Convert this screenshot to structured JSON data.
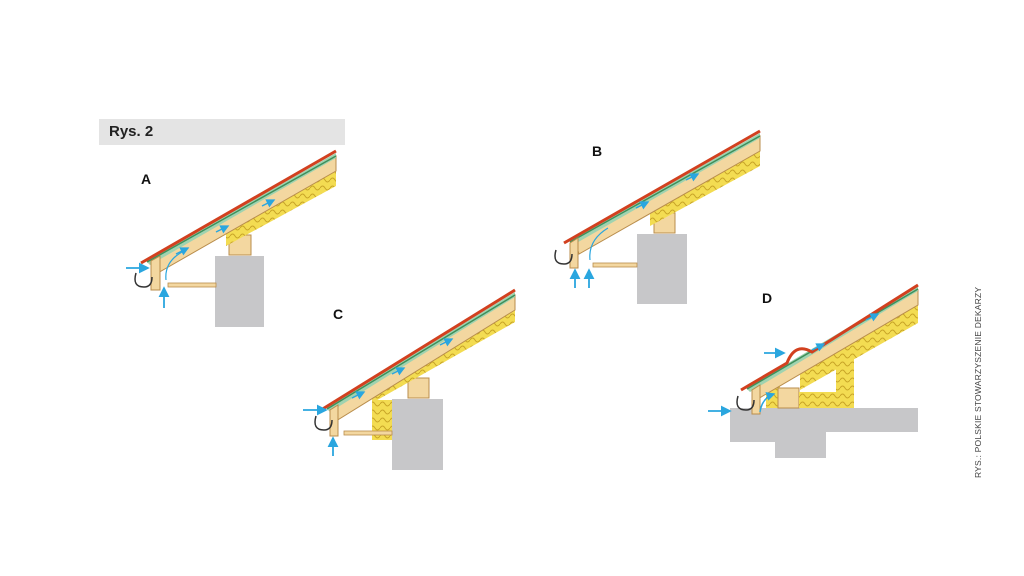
{
  "figure": {
    "title": "Rys. 2",
    "credit": "RYS.: POLSKIE STOWARZYSZENIE DEKARZY"
  },
  "panels": [
    {
      "label": "A"
    },
    {
      "label": "B"
    },
    {
      "label": "C"
    },
    {
      "label": "D"
    }
  ],
  "colors": {
    "roof_tile": "#d2401f",
    "membrane": "#3e8f5a",
    "timber": "#f3d7a0",
    "timber_edge": "#b98d4c",
    "insulation": "#f3dc52",
    "wall": "#c7c7c9",
    "airflow": "#2aa6df"
  }
}
